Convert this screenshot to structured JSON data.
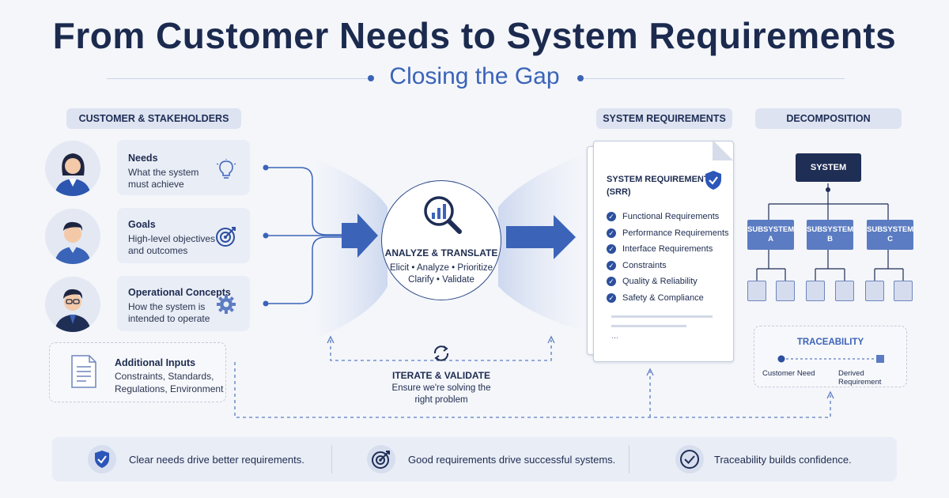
{
  "title": "From Customer Needs to System Requirements",
  "subtitle": "Closing the Gap",
  "customer": {
    "header": "CUSTOMER & STAKEHOLDERS",
    "cards": [
      {
        "title": "Needs",
        "text1": "What the system",
        "text2": "must achieve",
        "icon": "lightbulb-icon"
      },
      {
        "title": "Goals",
        "text1": "High-level objectives",
        "text2": "and outcomes",
        "icon": "target-icon"
      },
      {
        "title": "Operational Concepts",
        "text1": "How the system is",
        "text2": "intended to operate",
        "icon": "gear-icon"
      }
    ],
    "additional": {
      "title": "Additional Inputs",
      "line1": "Constraints, Standards,",
      "line2": "Regulations, Environment"
    }
  },
  "analyze": {
    "title": "ANALYZE & TRANSLATE",
    "line1": "Elicit • Analyze • Prioritize",
    "line2": "Clarify • Validate"
  },
  "iterate": {
    "title": "ITERATE & VALIDATE",
    "line1": "Ensure we're solving the",
    "line2": "right problem"
  },
  "sysreq": {
    "header": "SYSTEM REQUIREMENTS",
    "doc_title1": "SYSTEM REQUIREMENTS",
    "doc_title2": "(SRR)",
    "items": [
      "Functional Requirements",
      "Performance Requirements",
      "Interface Requirements",
      "Constraints",
      "Quality & Reliability",
      "Safety & Compliance"
    ],
    "ellipsis": "..."
  },
  "decomp": {
    "header": "DECOMPOSITION",
    "system": "SYSTEM",
    "subsystems": [
      {
        "l1": "SUBSYSTEM",
        "l2": "A"
      },
      {
        "l1": "SUBSYSTEM",
        "l2": "B"
      },
      {
        "l1": "SUBSYSTEM",
        "l2": "C"
      }
    ]
  },
  "trace": {
    "title": "TRACEABILITY",
    "left": "Customer Need",
    "right": "Derived Requirement"
  },
  "footer": [
    {
      "text": "Clear needs drive better requirements.",
      "icon": "shield-check-icon"
    },
    {
      "text": "Good requirements drive successful systems.",
      "icon": "target-icon"
    },
    {
      "text": "Traceability builds confidence.",
      "icon": "check-circle-icon"
    }
  ],
  "colors": {
    "accent": "#3b63b8",
    "dark": "#1b2a4e",
    "node": "#5b7cc2"
  }
}
